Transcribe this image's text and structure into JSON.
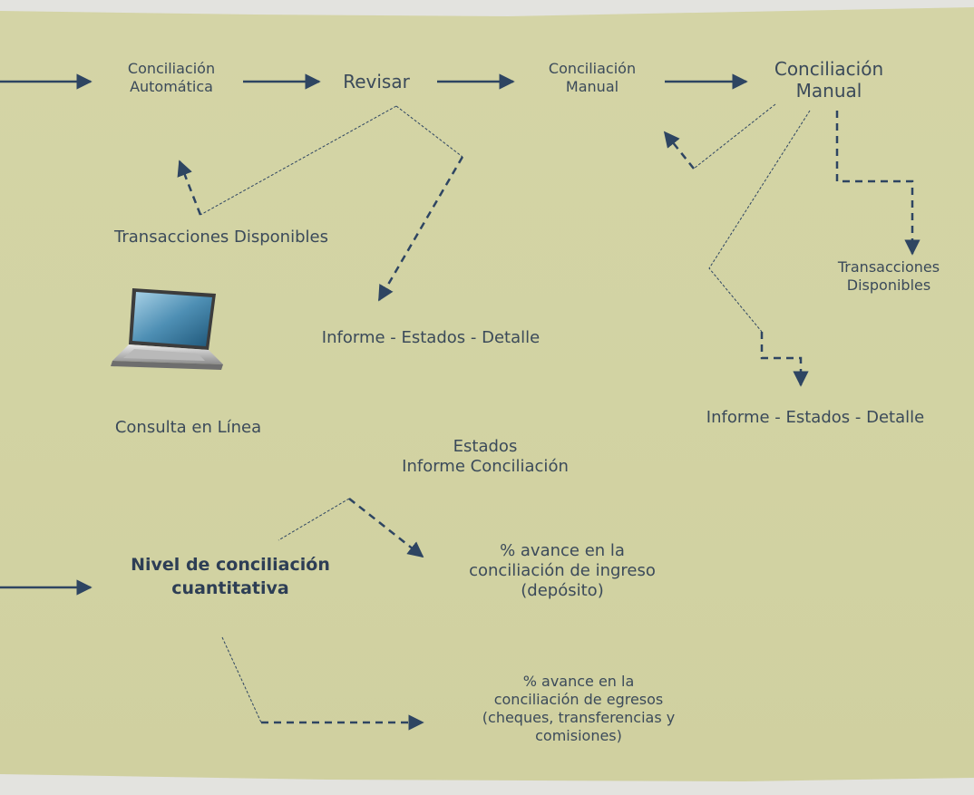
{
  "nodes": {
    "conc_auto": "Conciliación\nAutomática",
    "revisar": "Revisar",
    "conc_manual_1": "Conciliación\nManual",
    "conc_manual_2": "Conciliación\nManual",
    "trans_disp_left": "Transacciones Disponibles",
    "trans_disp_right": "Transacciones\nDisponibles",
    "informe_left": "Informe - Estados - Detalle",
    "informe_right": "Informe - Estados - Detalle",
    "consulta": "Consulta en Línea",
    "estados_informe": "Estados\nInforme Conciliación",
    "nivel": "Nivel de conciliación\ncuantitativa",
    "avance_ingreso": "% avance en la\nconciliación de ingreso\n(depósito)",
    "avance_egresos": "% avance en la\nconciliación de egresos\n(cheques, transferencias y\ncomisiones)"
  },
  "icons": {
    "laptop": "laptop-icon"
  },
  "colors": {
    "background": "#d2d3a3",
    "arrow": "#2e4562",
    "text": "#3b4a5a"
  }
}
